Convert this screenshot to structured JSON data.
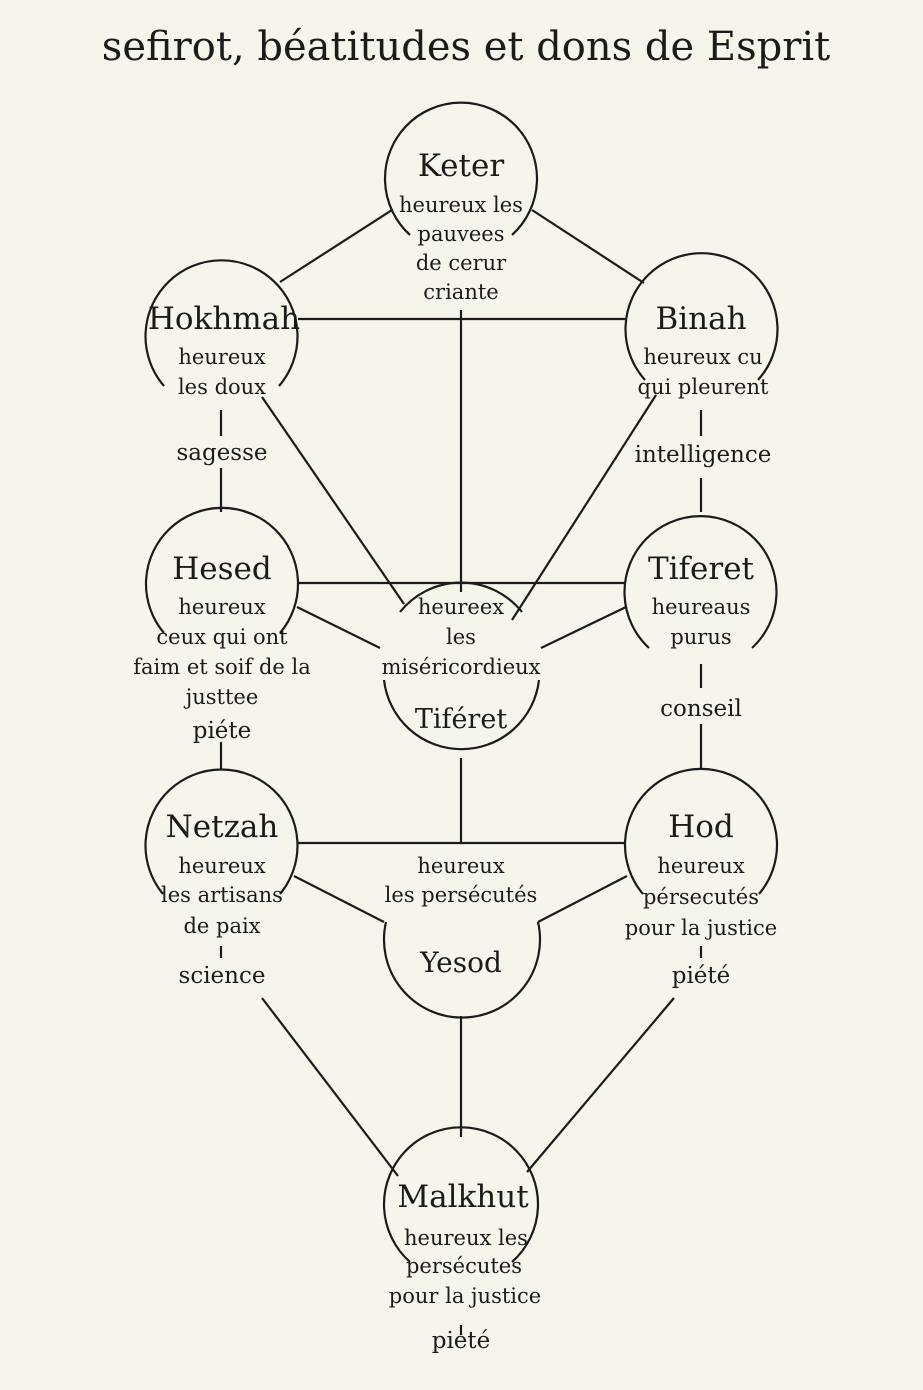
{
  "title": "sefirot, béatitudes et dons de Esprit",
  "nodes": {
    "keter": {
      "name": "Keter",
      "lines": [
        "heureux les",
        "pauvees",
        "de cerur",
        "criante"
      ]
    },
    "hokhmah": {
      "name": "Hokhmah",
      "lines": [
        "heureux",
        "les doux"
      ],
      "gift": "sagesse"
    },
    "binah": {
      "name": "Binah",
      "lines": [
        "heureux cu",
        "qui pleurent"
      ],
      "gift": "intelligence"
    },
    "hesed": {
      "name": "Hesed",
      "lines": [
        "heureux",
        "ceux qui ont",
        "faim et soif de la",
        "justtee"
      ],
      "gift": "piéte"
    },
    "tiferet": {
      "name": "Tiferet",
      "lines": [
        "heureaus",
        "purus"
      ],
      "gift": "conseil"
    },
    "center": {
      "name": "Tiféret",
      "lines": [
        "heureex",
        "les",
        "miséricordieux"
      ]
    },
    "netzah": {
      "name": "Netzah",
      "lines": [
        "heureux",
        "les artisans",
        "de paix"
      ],
      "gift": "science"
    },
    "hod": {
      "name": "Hod",
      "lines": [
        "heureux",
        "pérsecutés",
        "pour la justice"
      ],
      "gift": "piété"
    },
    "yesod": {
      "name": "Yesod",
      "lines": [
        "heureux",
        "les persécutés"
      ]
    },
    "malkhut": {
      "name": "Malkhut",
      "lines": [
        "heureux les",
        "persécutes",
        "pour la justice"
      ],
      "gift": "pieté"
    }
  },
  "colors": {
    "background": "#f7f4ec",
    "ink": "#1b1b1b"
  }
}
